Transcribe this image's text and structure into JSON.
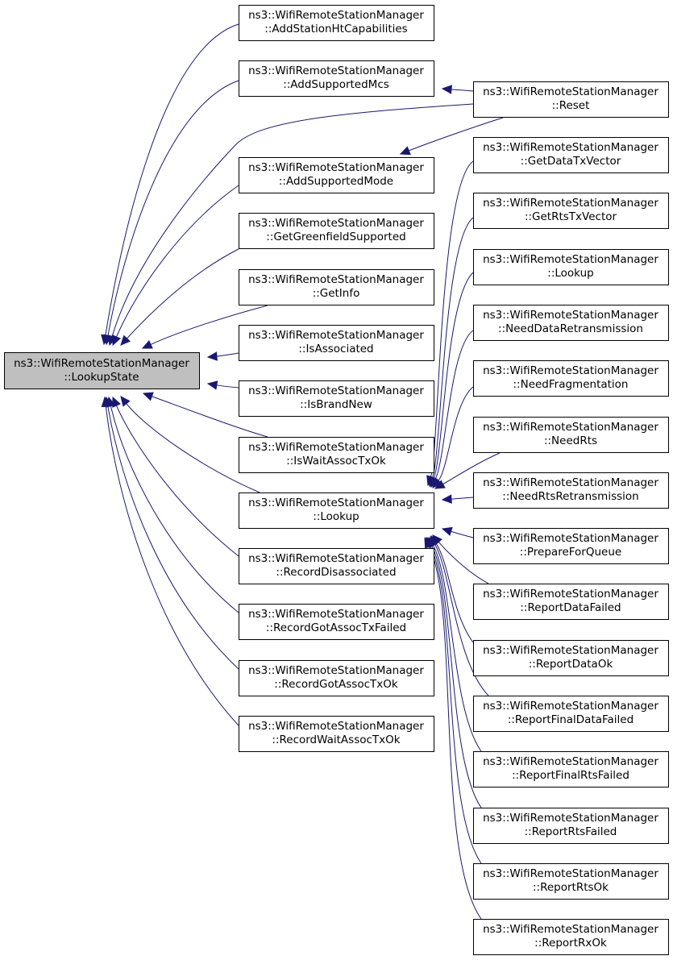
{
  "nodes": {
    "root": {
      "line1": "ns3::WifiRemoteStationManager",
      "line2": "::LookupState"
    },
    "add_station_ht": {
      "line1": "ns3::WifiRemoteStationManager",
      "line2": "::AddStationHtCapabilities"
    },
    "add_supported_mcs": {
      "line1": "ns3::WifiRemoteStationManager",
      "line2": "::AddSupportedMcs"
    },
    "add_supported_mode": {
      "line1": "ns3::WifiRemoteStationManager",
      "line2": "::AddSupportedMode"
    },
    "get_greenfield": {
      "line1": "ns3::WifiRemoteStationManager",
      "line2": "::GetGreenfieldSupported"
    },
    "get_info": {
      "line1": "ns3::WifiRemoteStationManager",
      "line2": "::GetInfo"
    },
    "is_associated": {
      "line1": "ns3::WifiRemoteStationManager",
      "line2": "::IsAssociated"
    },
    "is_brand_new": {
      "line1": "ns3::WifiRemoteStationManager",
      "line2": "::IsBrandNew"
    },
    "is_wait_assoc": {
      "line1": "ns3::WifiRemoteStationManager",
      "line2": "::IsWaitAssocTxOk"
    },
    "lookup": {
      "line1": "ns3::WifiRemoteStationManager",
      "line2": "::Lookup"
    },
    "record_disassociated": {
      "line1": "ns3::WifiRemoteStationManager",
      "line2": "::RecordDisassociated"
    },
    "record_got_failed": {
      "line1": "ns3::WifiRemoteStationManager",
      "line2": "::RecordGotAssocTxFailed"
    },
    "record_got_ok": {
      "line1": "ns3::WifiRemoteStationManager",
      "line2": "::RecordGotAssocTxOk"
    },
    "record_wait": {
      "line1": "ns3::WifiRemoteStationManager",
      "line2": "::RecordWaitAssocTxOk"
    },
    "reset": {
      "line1": "ns3::WifiRemoteStationManager",
      "line2": "::Reset"
    },
    "get_data_tx": {
      "line1": "ns3::WifiRemoteStationManager",
      "line2": "::GetDataTxVector"
    },
    "get_rts_tx": {
      "line1": "ns3::WifiRemoteStationManager",
      "line2": "::GetRtsTxVector"
    },
    "lookup2": {
      "line1": "ns3::WifiRemoteStationManager",
      "line2": "::Lookup"
    },
    "need_data_retx": {
      "line1": "ns3::WifiRemoteStationManager",
      "line2": "::NeedDataRetransmission"
    },
    "need_frag": {
      "line1": "ns3::WifiRemoteStationManager",
      "line2": "::NeedFragmentation"
    },
    "need_rts": {
      "line1": "ns3::WifiRemoteStationManager",
      "line2": "::NeedRts"
    },
    "need_rts_retx": {
      "line1": "ns3::WifiRemoteStationManager",
      "line2": "::NeedRtsRetransmission"
    },
    "prepare_queue": {
      "line1": "ns3::WifiRemoteStationManager",
      "line2": "::PrepareForQueue"
    },
    "report_data_failed": {
      "line1": "ns3::WifiRemoteStationManager",
      "line2": "::ReportDataFailed"
    },
    "report_data_ok": {
      "line1": "ns3::WifiRemoteStationManager",
      "line2": "::ReportDataOk"
    },
    "report_final_data": {
      "line1": "ns3::WifiRemoteStationManager",
      "line2": "::ReportFinalDataFailed"
    },
    "report_final_rts": {
      "line1": "ns3::WifiRemoteStationManager",
      "line2": "::ReportFinalRtsFailed"
    },
    "report_rts_failed": {
      "line1": "ns3::WifiRemoteStationManager",
      "line2": "::ReportRtsFailed"
    },
    "report_rts_ok": {
      "line1": "ns3::WifiRemoteStationManager",
      "line2": "::ReportRtsOk"
    },
    "report_rx_ok": {
      "line1": "ns3::WifiRemoteStationManager",
      "line2": "::ReportRxOk"
    }
  },
  "edges": [
    [
      "add_station_ht",
      "root"
    ],
    [
      "add_supported_mcs",
      "root"
    ],
    [
      "reset",
      "root"
    ],
    [
      "add_supported_mode",
      "root"
    ],
    [
      "get_greenfield",
      "root"
    ],
    [
      "get_info",
      "root"
    ],
    [
      "is_associated",
      "root"
    ],
    [
      "is_brand_new",
      "root"
    ],
    [
      "is_wait_assoc",
      "root"
    ],
    [
      "lookup",
      "root"
    ],
    [
      "record_disassociated",
      "root"
    ],
    [
      "record_got_failed",
      "root"
    ],
    [
      "record_got_ok",
      "root"
    ],
    [
      "record_wait",
      "root"
    ],
    [
      "reset",
      "add_supported_mcs"
    ],
    [
      "reset",
      "add_supported_mode"
    ],
    [
      "get_data_tx",
      "lookup"
    ],
    [
      "get_rts_tx",
      "lookup"
    ],
    [
      "lookup2",
      "lookup"
    ],
    [
      "need_data_retx",
      "lookup"
    ],
    [
      "need_frag",
      "lookup"
    ],
    [
      "need_rts",
      "lookup"
    ],
    [
      "need_rts_retx",
      "lookup"
    ],
    [
      "prepare_queue",
      "lookup"
    ],
    [
      "report_data_failed",
      "lookup"
    ],
    [
      "report_data_ok",
      "lookup"
    ],
    [
      "report_final_data",
      "lookup"
    ],
    [
      "report_final_rts",
      "lookup"
    ],
    [
      "report_rts_failed",
      "lookup"
    ],
    [
      "report_rts_ok",
      "lookup"
    ],
    [
      "report_rx_ok",
      "lookup"
    ]
  ],
  "colors": {
    "edge": "#191970",
    "root_fill": "#bfbfbf",
    "node_fill": "#ffffff",
    "border": "#000000"
  }
}
